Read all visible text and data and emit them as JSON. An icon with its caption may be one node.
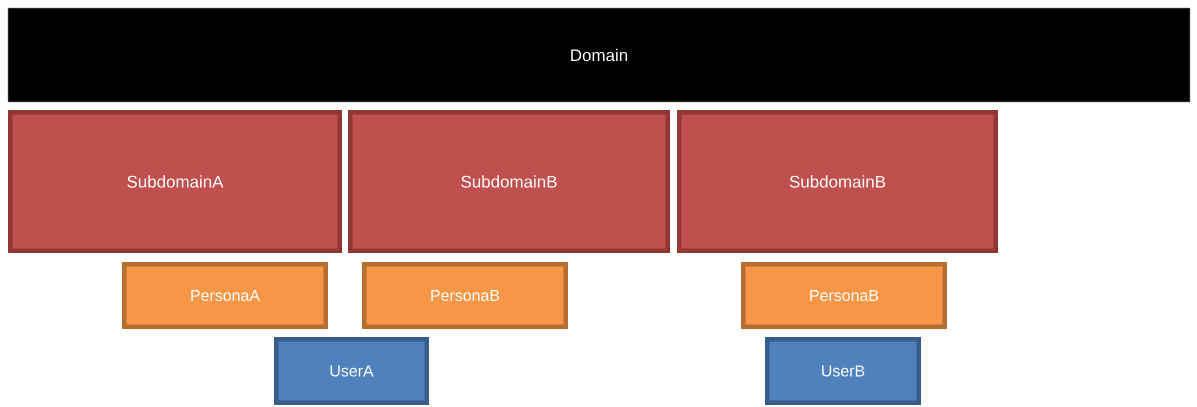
{
  "diagram": {
    "nodes": [
      {
        "text": [
          "Domain"
        ]
      },
      {
        "text": [
          "SubdomainA"
        ]
      },
      {
        "text": [
          "SubdomainB"
        ]
      },
      {
        "text": [
          "SubdomainB"
        ]
      },
      {
        "text": [
          "PersonaA"
        ]
      },
      {
        "text": [
          "PersonaB"
        ]
      },
      {
        "text": [
          "PersonaB"
        ]
      },
      {
        "text": [
          "UserA"
        ]
      },
      {
        "text": [
          "UserB"
        ]
      }
    ]
  }
}
